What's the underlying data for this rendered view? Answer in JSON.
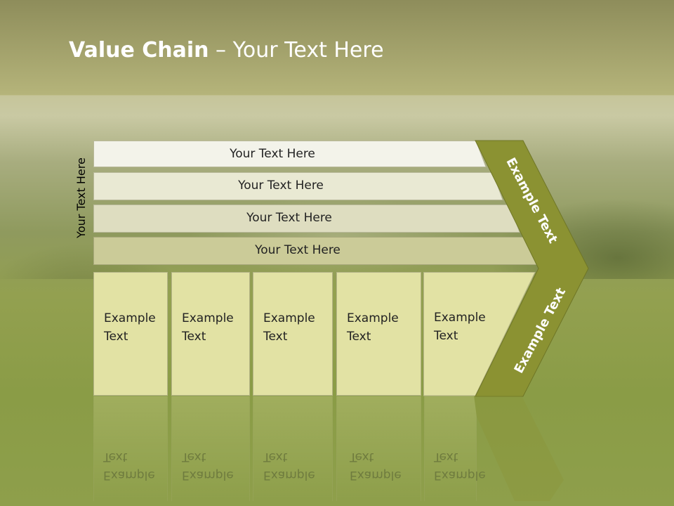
{
  "title": {
    "bold": "Value Chain",
    "rest": " – Your Text Here"
  },
  "side_label": "Your Text Here",
  "rows": [
    {
      "label": "Your Text Here",
      "color": "#f3f3ea"
    },
    {
      "label": "Your Text Here",
      "color": "#e9e9d3"
    },
    {
      "label": "Your Text Here",
      "color": "#deddc0"
    },
    {
      "label": "Your Text Here",
      "color": "#cbcb98"
    }
  ],
  "cells": [
    {
      "line1": "Example",
      "line2": "Text"
    },
    {
      "line1": "Example",
      "line2": "Text"
    },
    {
      "line1": "Example",
      "line2": "Text"
    },
    {
      "line1": "Example",
      "line2": "Text"
    },
    {
      "line1": "Example",
      "line2": "Text"
    }
  ],
  "chevron": {
    "upper_text": "Example Text",
    "lower_text": "Example Text",
    "color": "#8b9232"
  }
}
